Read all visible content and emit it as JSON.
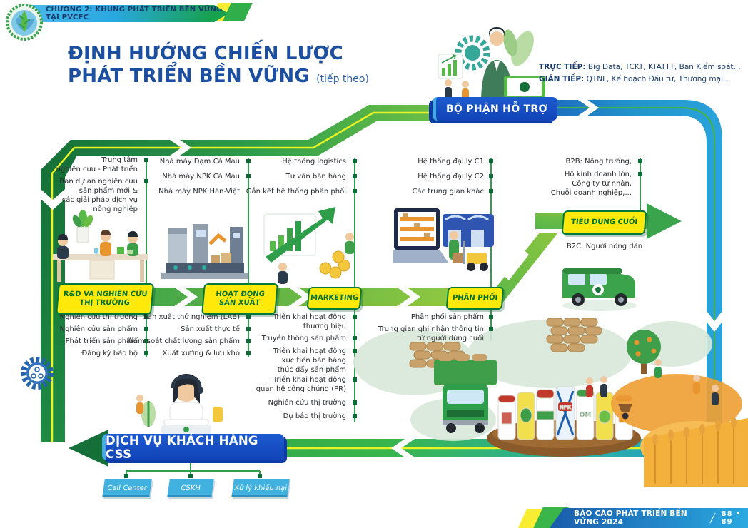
{
  "colors": {
    "title_blue": "#1d4fa1",
    "navy_text": "#1b3d6e",
    "banner_blue": "#1550c8",
    "label_yellow": "#ffe90a",
    "label_text_green": "#00702e",
    "band_green_dark": "#156f38",
    "band_green_light": "#8cc63f",
    "band_teal_blue": "#2196cc",
    "stripe_yellow": "#e8f427",
    "info_box_blue": "#41b1e0"
  },
  "header": {
    "chapter": "CHƯƠNG 2: KHUNG PHÁT TRIỂN BỀN VỮNG TẠI PVCFC",
    "logo": "globe-leaf-logo"
  },
  "title": {
    "line1": "ĐỊNH HƯỚNG CHIẾN LƯỢC",
    "line2": "PHÁT TRIỂN BỀN VỮNG",
    "suffix": "(tiếp theo)"
  },
  "support": {
    "banner": "BỘ PHẬN HỖ TRỢ",
    "direct_label": "TRỰC TIẾP:",
    "direct_text": " Big Data, TCKT, KTATTT, Ban Kiểm soát...",
    "indirect_label": "GIÁN TIẾP:",
    "indirect_text": " QTNL, Kế hoạch Đầu tư, Thương mại..."
  },
  "stages": [
    {
      "label": "R&D VÀ NGHIÊN CỨU\nTHỊ TRƯỜNG",
      "above": [
        "Trung tâm\nnghiên cứu - Phát triển",
        "Ban dự án nghiên cứu\nsản phẩm mới &\ncác giải pháp dịch vụ\nnông nghiệp"
      ],
      "below": [
        "Nghiên cứu thị trường",
        "Nghiên cứu sản phẩm",
        "Phát triển sản phẩm",
        "Đăng ký bảo hộ"
      ]
    },
    {
      "label": "HOẠT ĐỘNG\nSẢN XUẤT",
      "above": [
        "Nhà máy Đạm Cà Mau",
        "Nhà máy NPK Cà Mau",
        "Nhà máy NPK Hàn-Việt"
      ],
      "below": [
        "Sản xuất thử nghiệm (LAB)",
        "Sản xuất thực tế",
        "Kiểm soát chất lượng sản phẩm",
        "Xuất xưởng & lưu kho"
      ]
    },
    {
      "label": "MARKETING",
      "above": [
        "Hệ thống logistics",
        "Tư vấn bán hàng",
        "Gắn kết hệ thống phân phối"
      ],
      "below": [
        "Triển khai hoạt động\nthương hiệu",
        "Truyền thông sản phẩm",
        "Triển khai hoạt động\nxúc tiến bán hàng\nthúc đẩy sản phẩm",
        "Triển khai hoạt động\nquan hệ công chúng (PR)",
        "Nghiên cứu thị trường",
        "Dự báo thị trường"
      ]
    },
    {
      "label": "PHÂN PHỐI",
      "above": [
        "Hệ thống đại lý C1",
        "Hệ thống đại lý C2",
        "Các trung gian khác"
      ],
      "below": [
        "Phân phối sản phẩm",
        "Trung gian ghi nhận thông tin\ntừ người dùng cuối"
      ]
    },
    {
      "label": "TIÊU DÙNG CUỐI",
      "above": [
        "B2B: Nông trường,",
        "Hộ kinh doanh lớn,\nCông ty tư nhân,\nChuỗi doanh nghiệp,..."
      ],
      "below": [
        "B2C: Người nông dân"
      ]
    }
  ],
  "css_service": {
    "banner": "DỊCH VỤ KHÁCH HÀNG CSS",
    "boxes": [
      "Call Center",
      "CSKH",
      "Xử lý khiếu nại"
    ]
  },
  "illustration_labels": {
    "npk": "NPK",
    "om": "OM"
  },
  "footer": {
    "report": "BÁO CÁO PHÁT TRIỂN BỀN VỮNG 2024",
    "pages": "88 • 89"
  }
}
